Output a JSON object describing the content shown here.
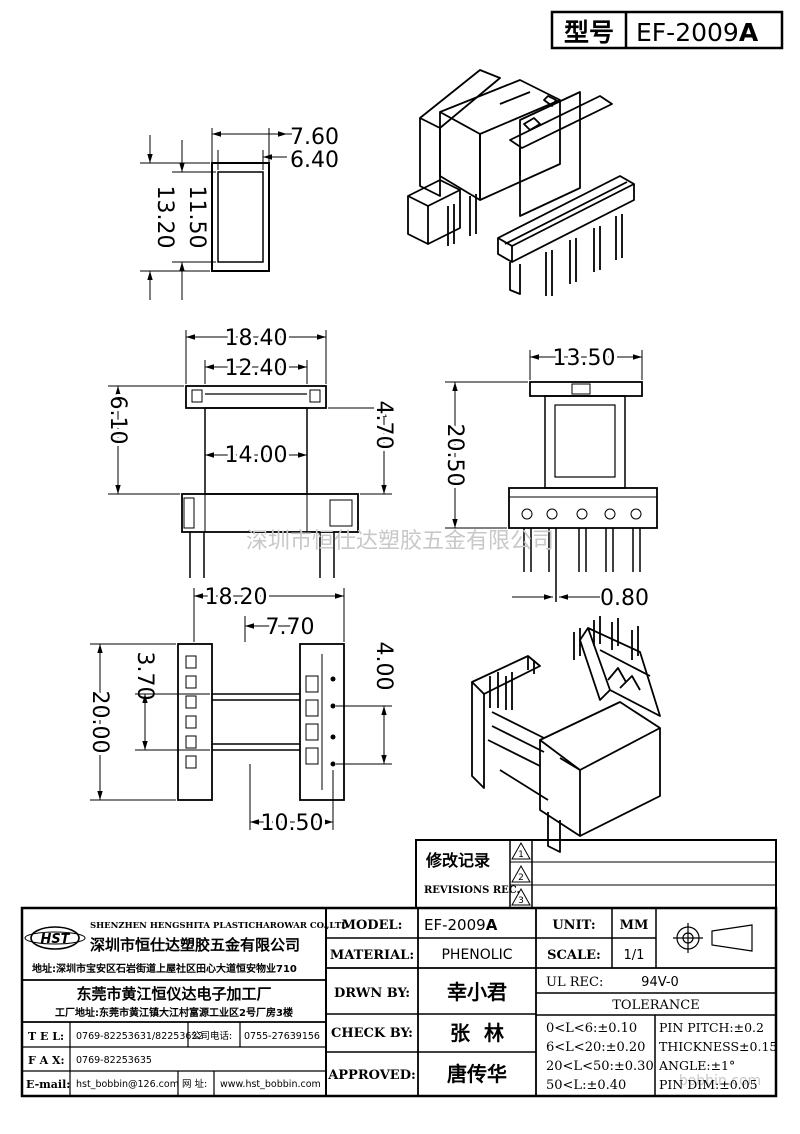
{
  "header": {
    "model_label": "型号",
    "model_value": "EF-2009",
    "model_suffix": "A"
  },
  "dims": {
    "top_w_outer": "7.60",
    "top_w_inner": "6.40",
    "top_h_outer": "13.20",
    "top_h_inner": "11.50",
    "front_w_outer": "18.40",
    "front_w_inner": "12.40",
    "front_h_total": "6.10",
    "front_h_part": "4.70",
    "front_core_w": "14.00",
    "side_w": "13.50",
    "side_h": "20.50",
    "pin_d": "0.80",
    "bottom_w": "18.20",
    "bottom_slot_w": "7.70",
    "bottom_h_total": "20.00",
    "bottom_h_slot": "3.70",
    "bottom_pitch": "4.00",
    "bottom_row_span": "10.50"
  },
  "watermark": "深圳市恒仕达塑胶五金有限公司",
  "watermark2": "bobbin.com",
  "revisions": {
    "title": "修改记录",
    "subtitle": "REVISIONS REC.",
    "marks": [
      "1",
      "2",
      "3"
    ]
  },
  "company": {
    "logo": "HST",
    "name_en": "SHENZHEN HENGSHITA PLASTICHAROWAR CO.,LTD",
    "name_cn": "深圳市恒仕达塑胶五金有限公司",
    "address": "地址:深圳市宝安区石岩街道上屋社区田心大道恒安物业710",
    "factory": "东莞市黄江恒仪达电子加工厂",
    "factory_addr": "工厂地址:东莞市黄江镇大江村富源工业区2号厂房3楼"
  },
  "contact": {
    "tel_label": "T E L:",
    "tel": "0769-82253631/82253632",
    "phone_label": "公司电话:",
    "phone": "0755-27639156",
    "fax_label": "F A X:",
    "fax": "0769-82253635",
    "email_label": "E-mail:",
    "email": "hst_bobbin@126.com",
    "web_label": "网 址:",
    "web": "www.hst_bobbin.com"
  },
  "spec": {
    "model_label": "MODEL:",
    "model": "EF-2009",
    "model_suffix": "A",
    "material_label": "MATERIAL:",
    "material": "PHENOLIC",
    "drawn_label": "DRWN BY:",
    "drawn": "幸小君",
    "check_label": "CHECK BY:",
    "check": "张  林",
    "approved_label": "APPROVED:",
    "approved": "唐传华",
    "unit_label": "UNIT:",
    "unit": "MM",
    "scale_label": "SCALE:",
    "scale": "1/1",
    "ul_label": "UL REC:",
    "ul": "94V-0",
    "tolerance_label": "TOLERANCE",
    "tol1": "0<L<6:±0.10",
    "tol2": "6<L<20:±0.20",
    "tol3": "20<L<50:±0.30",
    "tol4": "50<L:±0.40",
    "pitch": "PIN PITCH:±0.2",
    "thickness": "THICKNESS±0.15",
    "angle": "ANGLE:±1°",
    "pindim": "PIN DIM:±0.05"
  }
}
